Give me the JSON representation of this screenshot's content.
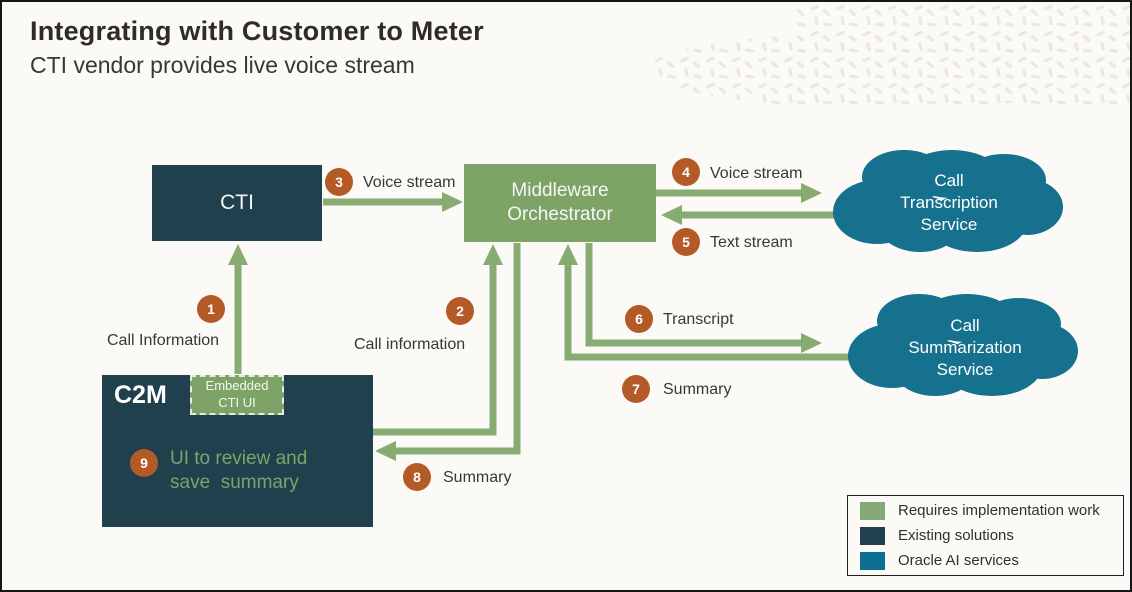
{
  "header": {
    "title": "Integrating with Customer to Meter",
    "subtitle": "CTI vendor provides live voice stream"
  },
  "nodes": {
    "cti": {
      "label": "CTI"
    },
    "middleware": {
      "label": "Middleware\nOrchestrator"
    },
    "c2m": {
      "label": "C2M",
      "embedded_label": "Embedded\nCTI UI",
      "badge": "9",
      "note": "UI to review and\nsave  summary"
    },
    "transcription": {
      "label": "Call\nTranscription\nService"
    },
    "summarization": {
      "label": "Call\nSummarization\nService"
    }
  },
  "flows": [
    {
      "num": "1",
      "label": "Call Information"
    },
    {
      "num": "2",
      "label": "Call information"
    },
    {
      "num": "3",
      "label": "Voice stream"
    },
    {
      "num": "4",
      "label": "Voice stream"
    },
    {
      "num": "5",
      "label": "Text stream"
    },
    {
      "num": "6",
      "label": "Transcript"
    },
    {
      "num": "7",
      "label": "Summary"
    },
    {
      "num": "8",
      "label": "Summary"
    }
  ],
  "legend": {
    "items": [
      {
        "label": "Requires implementation work",
        "color": "#84a877"
      },
      {
        "label": "Existing solutions",
        "color": "#21404e"
      },
      {
        "label": "Oracle AI services",
        "color": "#0d7090"
      }
    ]
  },
  "colors": {
    "existing_solution": "#21404e",
    "implementation_work": "#7da466",
    "oracle_ai_service": "#16718f",
    "arrow_green": "#88ab72",
    "badge_orange": "#b45a27",
    "background": "#fbfaf6"
  }
}
